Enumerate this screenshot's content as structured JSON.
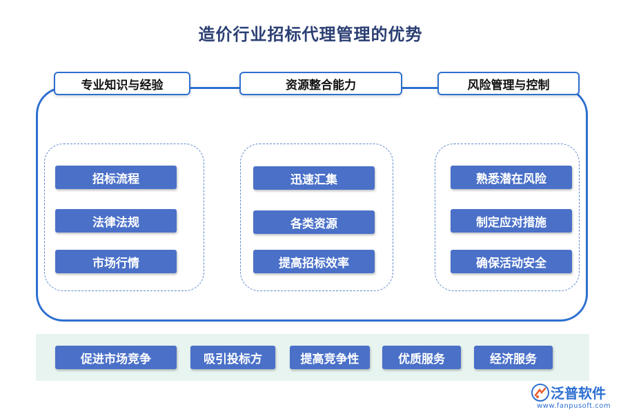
{
  "title": "造价行业招标代理管理的优势",
  "columns": [
    {
      "header": "专业知识与经验",
      "items": [
        "招标流程",
        "法律法规",
        "市场行情"
      ]
    },
    {
      "header": "资源整合能力",
      "items": [
        "迅速汇集",
        "各类资源",
        "提高招标效率"
      ]
    },
    {
      "header": "风险管理与控制",
      "items": [
        "熟悉潜在风险",
        "制定应对措施",
        "确保活动安全"
      ]
    }
  ],
  "bottom": [
    "促进市场竞争",
    "吸引投标方",
    "提高竞争性",
    "优质服务",
    "经济服务"
  ],
  "logo": {
    "name": "泛普软件",
    "url": "www.fanpusoft.com"
  },
  "colors": {
    "accent": "#2d6fd0",
    "box_fill": "#4a70c8",
    "title": "#2b3f73",
    "band": "#e8f4f0"
  }
}
